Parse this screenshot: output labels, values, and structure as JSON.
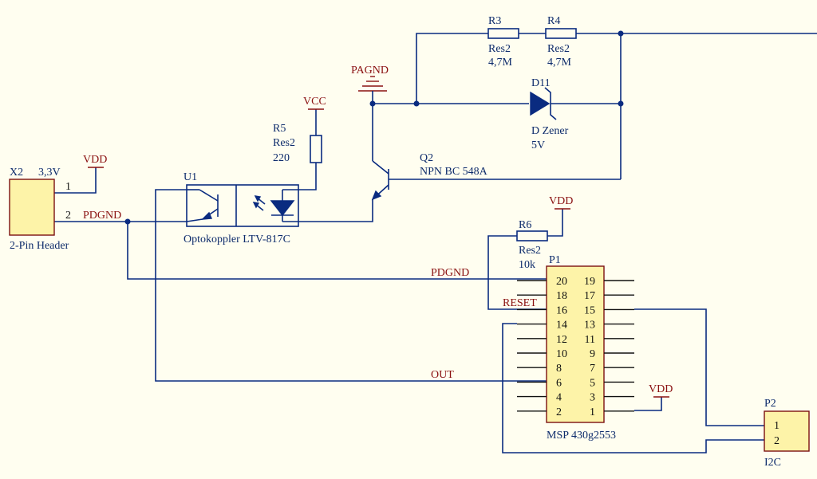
{
  "colors": {
    "background": "#fffef0",
    "wire": "#0a2b80",
    "net_label": "#8a1010",
    "component_body": "#fdf3a8"
  },
  "x2": {
    "designator": "X2",
    "value": "3,3V",
    "comment": "2-Pin Header",
    "pin1": "1",
    "pin2": "2"
  },
  "u1": {
    "designator": "U1",
    "comment": "Optokoppler LTV-817C"
  },
  "r5": {
    "designator": "R5",
    "comment": "Res2",
    "value": "220"
  },
  "r3": {
    "designator": "R3",
    "comment": "Res2",
    "value": "4,7M"
  },
  "r4": {
    "designator": "R4",
    "comment": "Res2",
    "value": "4,7M"
  },
  "r6": {
    "designator": "R6",
    "comment": "Res2",
    "value": "10k"
  },
  "d11": {
    "designator": "D11",
    "comment": "D Zener",
    "value": "5V"
  },
  "q2": {
    "designator": "Q2",
    "comment": "NPN BC 548A"
  },
  "p1": {
    "designator": "P1",
    "comment": "MSP 430g2553",
    "left_pins": [
      "20",
      "18",
      "16",
      "14",
      "12",
      "10",
      "8",
      "6",
      "4",
      "2"
    ],
    "right_pins": [
      "19",
      "17",
      "15",
      "13",
      "11",
      "9",
      "7",
      "5",
      "3",
      "1"
    ]
  },
  "p2": {
    "designator": "P2",
    "comment": "I2C",
    "pin1": "1",
    "pin2": "2"
  },
  "nets": {
    "vdd_x2": "VDD",
    "vcc": "VCC",
    "pagnd": "PAGND",
    "vdd_r6": "VDD",
    "vdd_p1": "VDD",
    "pdgnd_left": "PDGND",
    "pdgnd_right": "PDGND",
    "reset": "RESET",
    "out": "OUT"
  }
}
